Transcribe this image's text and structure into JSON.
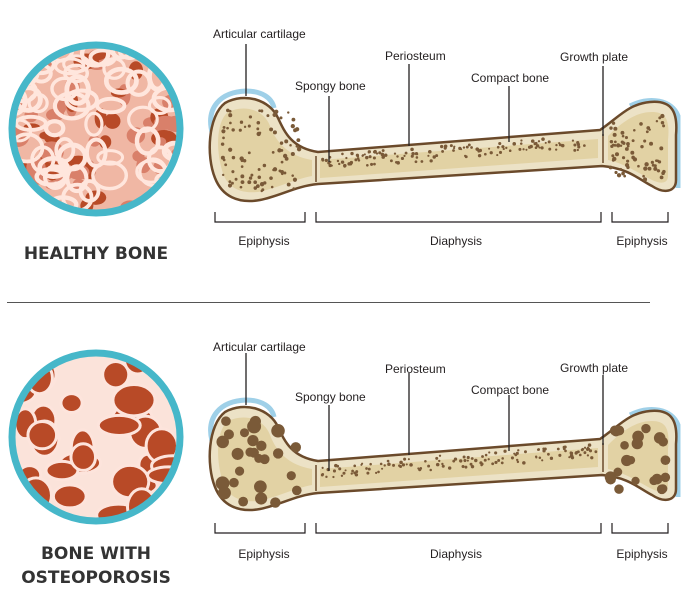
{
  "colors": {
    "ring": "#46b7c9",
    "bone_fill": "#ece2c6",
    "bone_outline": "#6b4a2b",
    "spongy_fill": "#e7d9b0",
    "dots": "#7a5a38",
    "healthy_tissue": "#ffe6dd",
    "osteo_tissue": "#fde4dc",
    "pore_dark": "#b84a27",
    "pore_mid": "#d9806a",
    "cartilage": "#9fd0e8"
  },
  "healthy": {
    "title": "HEALTHY BONE",
    "labels": {
      "articular_cartilage": "Articular cartilage",
      "spongy_bone": "Spongy bone",
      "periosteum": "Periosteum",
      "compact_bone": "Compact bone",
      "growth_plate": "Growth plate",
      "epiphysis_left": "Epiphysis",
      "diaphysis": "Diaphysis",
      "epiphysis_right": "Epiphysis"
    }
  },
  "osteoporosis": {
    "title_line1": "BONE WITH",
    "title_line2": "OSTEOPOROSIS",
    "labels": {
      "articular_cartilage": "Articular cartilage",
      "spongy_bone": "Spongy bone",
      "periosteum": "Periosteum",
      "compact_bone": "Compact bone",
      "growth_plate": "Growth plate",
      "epiphysis_left": "Epiphysis",
      "diaphysis": "Diaphysis",
      "epiphysis_right": "Epiphysis"
    }
  }
}
